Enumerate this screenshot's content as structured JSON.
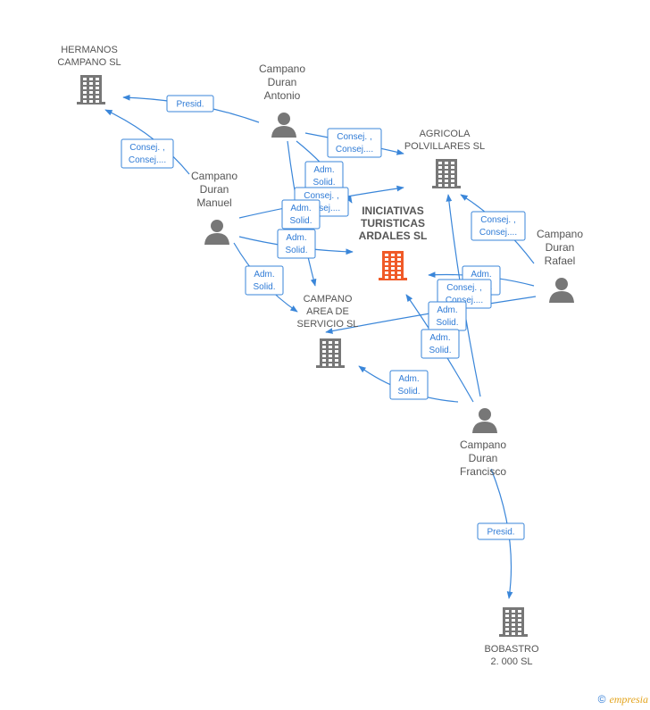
{
  "nodes": {
    "hermanos": {
      "type": "company",
      "lines": [
        "HERMANOS",
        "CAMPANO SL"
      ]
    },
    "agricola": {
      "type": "company",
      "lines": [
        "AGRICOLA",
        "POLVILLARES SL"
      ]
    },
    "iniciativas": {
      "type": "company-main",
      "lines": [
        "INICIATIVAS",
        "TURISTICAS",
        "ARDALES  SL"
      ]
    },
    "area": {
      "type": "company",
      "lines": [
        "CAMPANO",
        "AREA DE",
        "SERVICIO SL"
      ]
    },
    "bobastro": {
      "type": "company",
      "lines": [
        "BOBASTRO",
        "2. 000 SL"
      ]
    },
    "antonio": {
      "type": "person",
      "lines": [
        "Campano",
        "Duran",
        "Antonio"
      ]
    },
    "manuel": {
      "type": "person",
      "lines": [
        "Campano",
        "Duran",
        "Manuel"
      ]
    },
    "rafael": {
      "type": "person",
      "lines": [
        "Campano",
        "Duran",
        "Rafael"
      ]
    },
    "francisco": {
      "type": "person",
      "lines": [
        "Campano",
        "Duran",
        "Francisco"
      ]
    }
  },
  "edges": [
    {
      "from": "antonio",
      "to": "hermanos",
      "label": [
        "Presid."
      ]
    },
    {
      "from": "manuel",
      "to": "hermanos",
      "label": [
        "Consej. ,",
        "Consej...."
      ]
    },
    {
      "from": "antonio",
      "to": "agricola",
      "label": [
        "Consej. ,",
        "Consej...."
      ]
    },
    {
      "from": "antonio",
      "to": "iniciativas",
      "label": [
        "Adm.",
        "Solid."
      ]
    },
    {
      "from": "antonio",
      "to": "area",
      "label": [
        "Consej. ,",
        "Consej...."
      ]
    },
    {
      "from": "manuel",
      "to": "agricola",
      "label": [
        "Adm.",
        "Solid."
      ]
    },
    {
      "from": "manuel",
      "to": "iniciativas",
      "label": [
        "Adm.",
        "Solid."
      ]
    },
    {
      "from": "manuel",
      "to": "area",
      "label": [
        "Adm.",
        "Solid."
      ]
    },
    {
      "from": "rafael",
      "to": "agricola",
      "label": [
        "Consej. ,",
        "Consej...."
      ]
    },
    {
      "from": "rafael",
      "to": "iniciativas",
      "label": [
        "Adm.",
        "Solid."
      ]
    },
    {
      "from": "rafael",
      "to": "area",
      "label": [
        "Consej. ,",
        "Consej...."
      ]
    },
    {
      "from": "francisco",
      "to": "agricola",
      "label": [
        "Adm.",
        "Solid."
      ]
    },
    {
      "from": "francisco",
      "to": "iniciativas",
      "label": [
        "Adm.",
        "Solid."
      ]
    },
    {
      "from": "francisco",
      "to": "area",
      "label": [
        "Adm.",
        "Solid."
      ]
    },
    {
      "from": "francisco",
      "to": "bobastro",
      "label": [
        "Presid."
      ]
    }
  ],
  "footer": {
    "copyright": "©",
    "brand": "mpresia",
    "brand_initial": "e"
  },
  "colors": {
    "accent": "#3a86d9",
    "node_gray": "#777777",
    "main_node": "#f05a28"
  }
}
